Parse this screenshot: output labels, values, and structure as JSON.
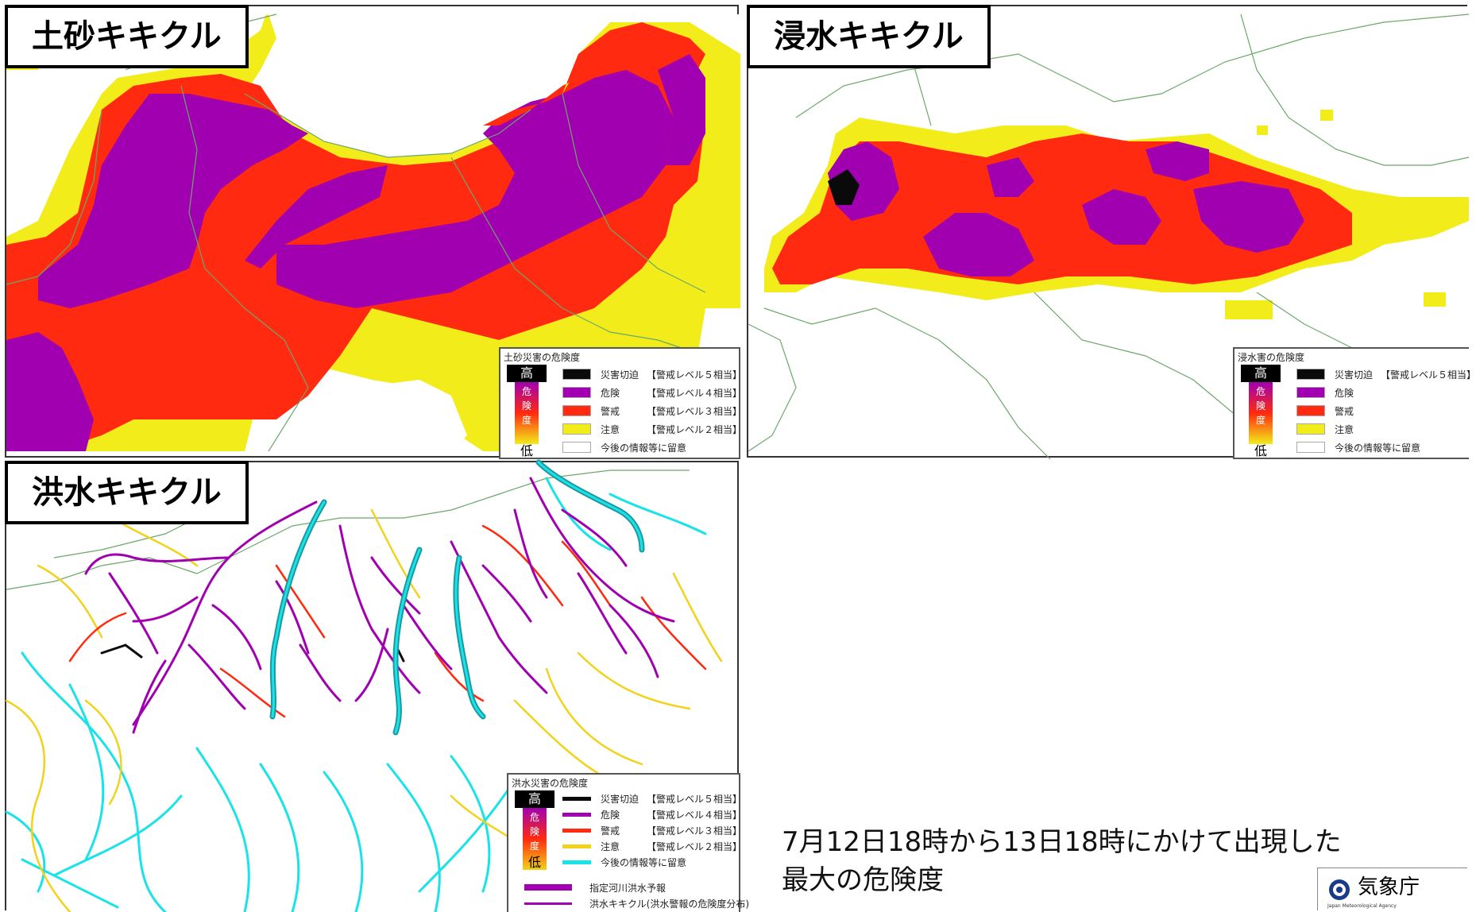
{
  "panels": {
    "dosha": {
      "title": "土砂キキクル",
      "legend": {
        "title": "土砂災害の危険度",
        "high": "高",
        "low": "低",
        "vertical": [
          "危",
          "険",
          "度"
        ],
        "rows": [
          {
            "name": "災害切迫",
            "level": "【警戒レベル５相当】",
            "color": "#0a0a0a"
          },
          {
            "name": "危険",
            "level": "【警戒レベル４相当】",
            "color": "#a100b0"
          },
          {
            "name": "警戒",
            "level": "【警戒レベル３相当】",
            "color": "#ff2a10"
          },
          {
            "name": "注意",
            "level": "【警戒レベル２相当】",
            "color": "#f2ec1a"
          },
          {
            "name": "今後の情報等に留意",
            "level": "",
            "color": "#ffffff"
          }
        ]
      }
    },
    "shinsui": {
      "title": "浸水キキクル",
      "legend": {
        "title": "浸水害の危険度",
        "high": "高",
        "low": "低",
        "vertical": [
          "危",
          "険",
          "度"
        ],
        "rows": [
          {
            "name": "災害切迫",
            "level": "【警戒レベル５相当】",
            "color": "#0a0a0a"
          },
          {
            "name": "危険",
            "level": "",
            "color": "#a100b0"
          },
          {
            "name": "警戒",
            "level": "",
            "color": "#ff2a10"
          },
          {
            "name": "注意",
            "level": "",
            "color": "#f2ec1a"
          },
          {
            "name": "今後の情報等に留意",
            "level": "",
            "color": "#ffffff"
          }
        ]
      }
    },
    "kozui": {
      "title": "洪水キキクル",
      "legend": {
        "title": "洪水災害の危険度",
        "high": "高",
        "low": "低",
        "vertical": [
          "危",
          "険",
          "度"
        ],
        "rows": [
          {
            "name": "災害切迫",
            "level": "【警戒レベル５相当】",
            "color": "#0a0a0a"
          },
          {
            "name": "危険",
            "level": "【警戒レベル４相当】",
            "color": "#a100b0"
          },
          {
            "name": "警戒",
            "level": "【警戒レベル３相当】",
            "color": "#ff2a10"
          },
          {
            "name": "注意",
            "level": "【警戒レベル２相当】",
            "color": "#f2d21a"
          },
          {
            "name": "今後の情報等に留意",
            "level": "",
            "color": "#19e3e8"
          }
        ],
        "extra": [
          {
            "name": "指定河川洪水予報",
            "color": "#a100b0"
          },
          {
            "name": "洪水キキクル(洪水警報の危険度分布)",
            "color": "#a100b0"
          }
        ]
      }
    }
  },
  "caption": {
    "line1": "7月12日18時から13日18時にかけて出現した",
    "line2": "最大の危険度"
  },
  "logo": {
    "name": "気象庁",
    "sub": "Japan Meteorological Agency"
  },
  "colors": {
    "black": "#0a0a0a",
    "purple": "#a100b0",
    "red": "#ff2a10",
    "yellow": "#f2ec1a",
    "cyan": "#19e3e8",
    "boundary": "#6aa86a"
  }
}
